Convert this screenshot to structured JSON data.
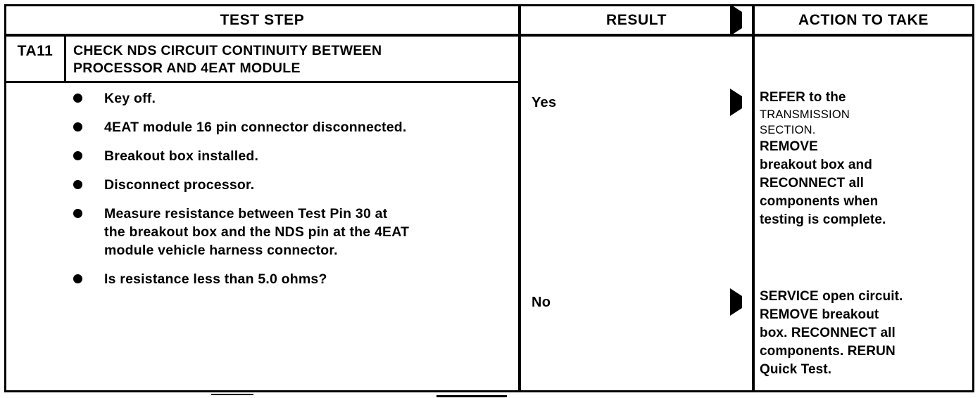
{
  "table": {
    "headers": {
      "test_step": "TEST STEP",
      "result": "RESULT",
      "action": "ACTION TO TAKE",
      "result_arrow_icon": "right-triangle-icon"
    },
    "step": {
      "id": "TA11",
      "title_line_1": "CHECK NDS CIRCUIT CONTINUITY BETWEEN",
      "title_line_2": "PROCESSOR AND 4EAT MODULE",
      "bullets": [
        {
          "lines": [
            "Key off."
          ]
        },
        {
          "lines": [
            "4EAT module 16 pin connector disconnected."
          ]
        },
        {
          "lines": [
            "Breakout box installed."
          ]
        },
        {
          "lines": [
            "Disconnect processor."
          ]
        },
        {
          "lines": [
            "Measure resistance between Test Pin 30 at",
            "the breakout box and the NDS pin at the 4EAT",
            "module vehicle harness connector."
          ]
        },
        {
          "lines": [
            "Is resistance less than 5.0 ohms?"
          ]
        }
      ]
    },
    "rows": [
      {
        "result": "Yes",
        "arrow_icon": "right-triangle-icon",
        "action_lines": [
          {
            "text": "REFER to the",
            "style": "bold"
          },
          {
            "text": "TRANSMISSION",
            "style": "light"
          },
          {
            "text": "SECTION.",
            "style": "light"
          },
          {
            "text": "REMOVE",
            "style": "bold"
          },
          {
            "text": "breakout box and",
            "style": "bold"
          },
          {
            "text": "RECONNECT all",
            "style": "bold"
          },
          {
            "text": "components when",
            "style": "bold"
          },
          {
            "text": "testing is complete.",
            "style": "bold"
          }
        ]
      },
      {
        "result": "No",
        "arrow_icon": "right-triangle-icon",
        "action_lines": [
          {
            "text": "SERVICE open circuit.",
            "style": "bold"
          },
          {
            "text": "REMOVE breakout",
            "style": "bold"
          },
          {
            "text": "box. RECONNECT all",
            "style": "bold"
          },
          {
            "text": "components. RERUN",
            "style": "bold"
          },
          {
            "text": "Quick Test.",
            "style": "bold"
          }
        ]
      }
    ]
  },
  "colors": {
    "ink": "#000000",
    "paper": "#ffffff"
  }
}
